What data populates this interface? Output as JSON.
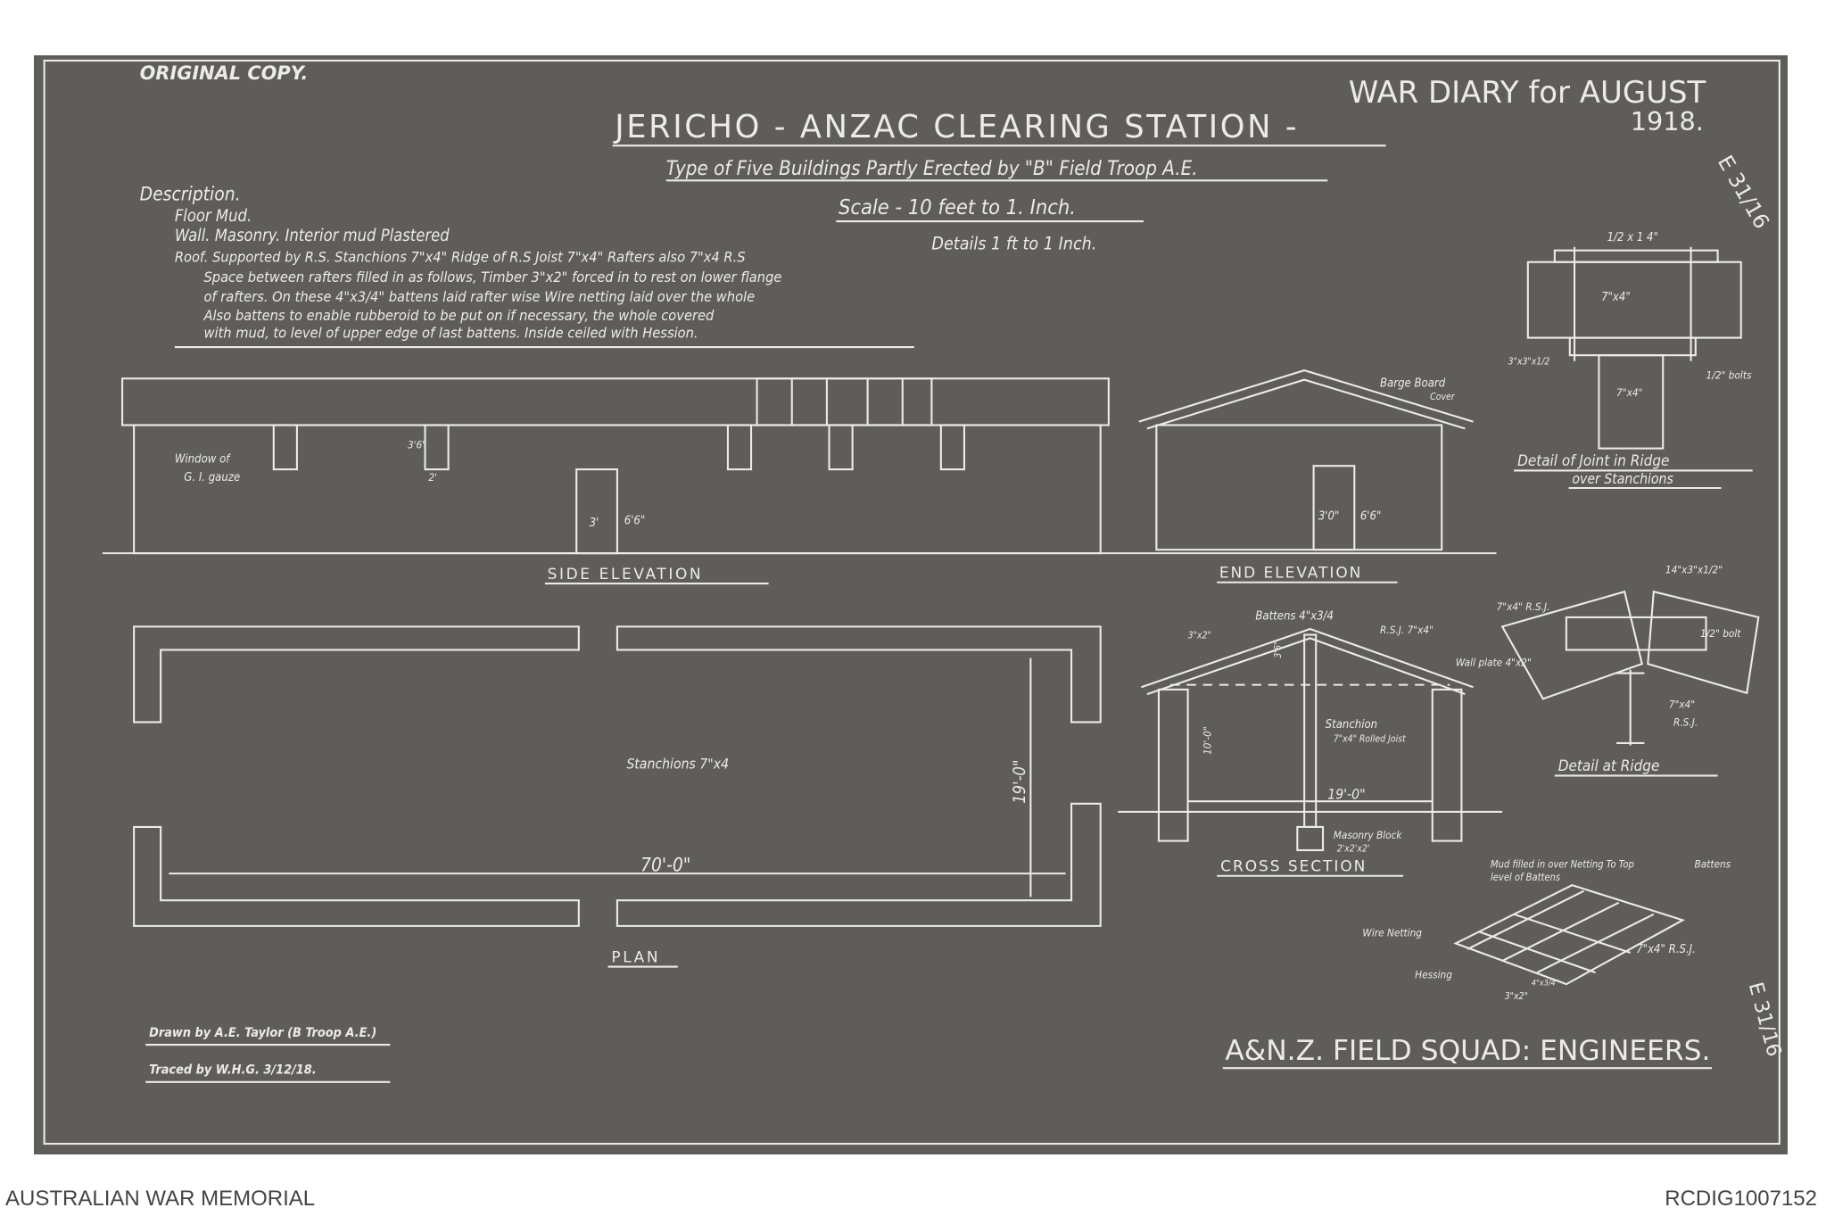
{
  "colors": {
    "paper": "#ffffff",
    "blueprint": "#5f5d59",
    "ink": "#ecebe6"
  },
  "header": {
    "original_copy": "ORIGINAL COPY.",
    "war_diary": "WAR DIARY for AUGUST",
    "year": "1918.",
    "title": "JERICHO - ANZAC CLEARING STATION -",
    "subtitle": "Type of Five Buildings Partly Erected by \"B\" Field Troop A.E.",
    "scale": "Scale - 10 feet to 1. Inch.",
    "details_scale": "Details 1 ft to 1 Inch.",
    "ref_top": "E 31/16",
    "ref_bottom": "E 31/16"
  },
  "description": {
    "heading": "Description.",
    "floor": "Floor Mud.",
    "wall": "Wall. Masonry. Interior mud Plastered",
    "roof_lines": [
      "Roof. Supported by R.S. Stanchions 7\"x4\" Ridge of R.S Joist 7\"x4\" Rafters also 7\"x4 R.S",
      "Space between rafters filled in as follows, Timber 3\"x2\" forced in to rest on lower flange",
      "of rafters. On these 4\"x3/4\" battens laid rafter wise Wire netting laid over the whole",
      "Also battens to enable rubberoid to be put on if necessary, the whole covered",
      "with mud, to level of upper edge of last battens. Inside ceiled with Hession."
    ]
  },
  "side_elevation": {
    "label": "SIDE ELEVATION",
    "window": "Window of",
    "window2": "G. I. gauze",
    "dim_h": "3'6\"",
    "dim_w": "2'",
    "door_w": "3'",
    "door_h": "6'6\""
  },
  "end_elevation": {
    "label": "END ELEVATION",
    "barge": "Barge Board",
    "cover": "Cover",
    "door_w": "3'0\"",
    "door_h": "6'6\""
  },
  "plan": {
    "label": "PLAN",
    "stanchions": "Stanchions 7\"x4",
    "length": "70'-0\"",
    "width": "19'-0\""
  },
  "cross_section": {
    "label": "CROSS SECTION",
    "battens": "Battens 4\"x3/4",
    "rsj": "R.S.J. 7\"x4\"",
    "wall_plate": "Wall plate 4\"x2\"",
    "timber": "3\"x2\"",
    "stanchion": "Stanchion",
    "stanchion2": "7\"x4\" Rolled Joist",
    "height": "10'-0\"",
    "span": "19'-0\"",
    "block": "Masonry Block",
    "block2": "2'x2'x2'",
    "rise": "3'6\""
  },
  "joint_detail": {
    "label": "Detail of Joint in Ridge",
    "label2": "over Stanchions",
    "plate": "1/2 x 1 4\"",
    "rsj": "7\"x4\"",
    "angle": "3\"x3\"x1/2",
    "bolts": "1/2\" bolts",
    "post": "7\"x4\""
  },
  "ridge_detail": {
    "label": "Detail at Ridge",
    "rsj": "7\"x4\" R.S.J.",
    "plate": "14\"x3\"x1/2\"",
    "bolt": "1/2\" bolt",
    "rsj2": "7\"x4\"",
    "rsj3": "R.S.J."
  },
  "iso_detail": {
    "mud": "Mud filled in over Netting To Top",
    "level": "level of Battens",
    "battens": "Battens",
    "netting": "Wire Netting",
    "hessing": "Hessing",
    "timber": "3\"x2\"",
    "batt": "4\"x3/4\"",
    "rsj": "7\"x4\" R.S.J."
  },
  "credits": {
    "drawn": "Drawn by A.E. Taylor (B Troop A.E.)",
    "traced": "Traced by W.H.G. 3/12/18.",
    "unit": "A&N.Z. FIELD SQUAD: ENGINEERS."
  },
  "footer": {
    "left": "AUSTRALIAN WAR MEMORIAL",
    "right": "RCDIG1007152"
  }
}
